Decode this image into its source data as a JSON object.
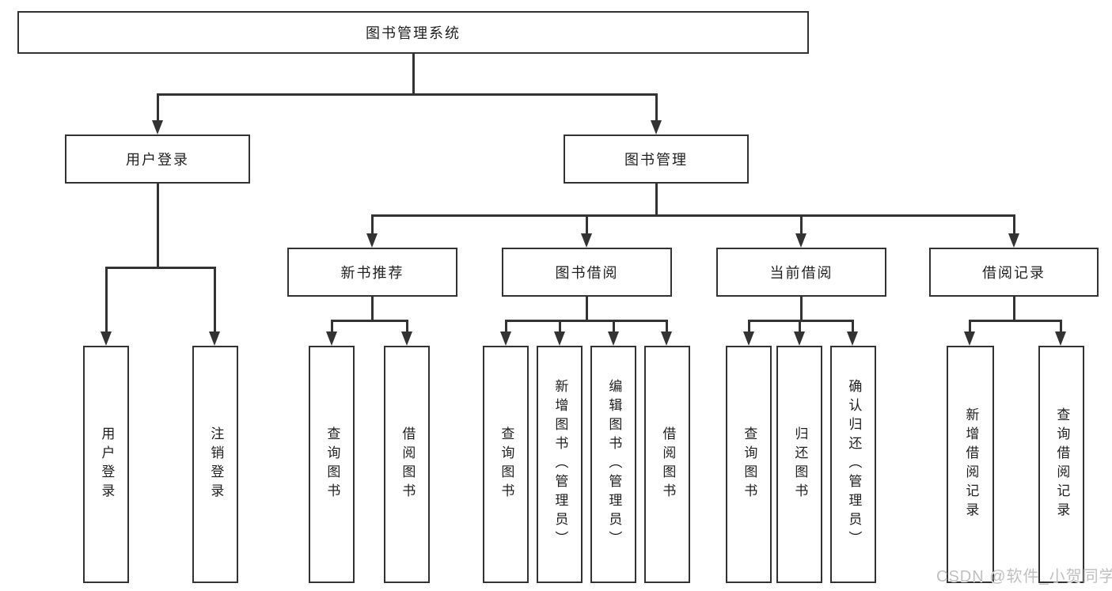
{
  "colors": {
    "line": "#333333",
    "text": "#1f1f1f",
    "background": "#ffffff",
    "watermark": "#bfbfbf"
  },
  "watermark": {
    "text": "CSDN @软件_小贺同学"
  },
  "tree": {
    "root": {
      "label": "图书管理系统"
    },
    "user_login": {
      "label": "用户登录",
      "children": [
        {
          "label": "用户登录"
        },
        {
          "label": "注销登录"
        }
      ]
    },
    "book_mgmt": {
      "label": "图书管理",
      "new_book_rec": {
        "label": "新书推荐",
        "children": [
          {
            "label": "查询图书"
          },
          {
            "label": "借阅图书"
          }
        ]
      },
      "book_borrow": {
        "label": "图书借阅",
        "children": [
          {
            "label": "查询图书"
          },
          {
            "label": "新增图书（管理员）"
          },
          {
            "label": "编辑图书（管理员）"
          },
          {
            "label": "借阅图书"
          }
        ]
      },
      "current_borrow": {
        "label": "当前借阅",
        "children": [
          {
            "label": "查询图书"
          },
          {
            "label": "归还图书"
          },
          {
            "label": "确认归还（管理员）"
          }
        ]
      },
      "borrow_record": {
        "label": "借阅记录",
        "children": [
          {
            "label": "新增借阅记录"
          },
          {
            "label": "查询借阅记录"
          }
        ]
      }
    }
  }
}
